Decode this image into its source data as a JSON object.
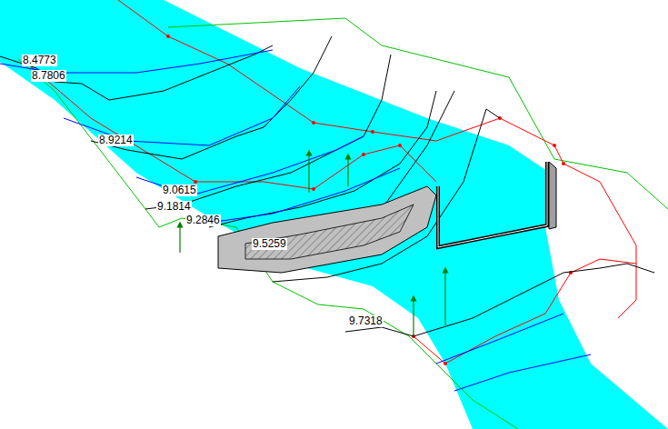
{
  "diagram": {
    "labels": [
      "8.4773",
      "8.7806",
      "8.9214",
      "9.0615",
      "9.1814",
      "9.2846",
      "9.5259",
      "9.7318"
    ]
  }
}
